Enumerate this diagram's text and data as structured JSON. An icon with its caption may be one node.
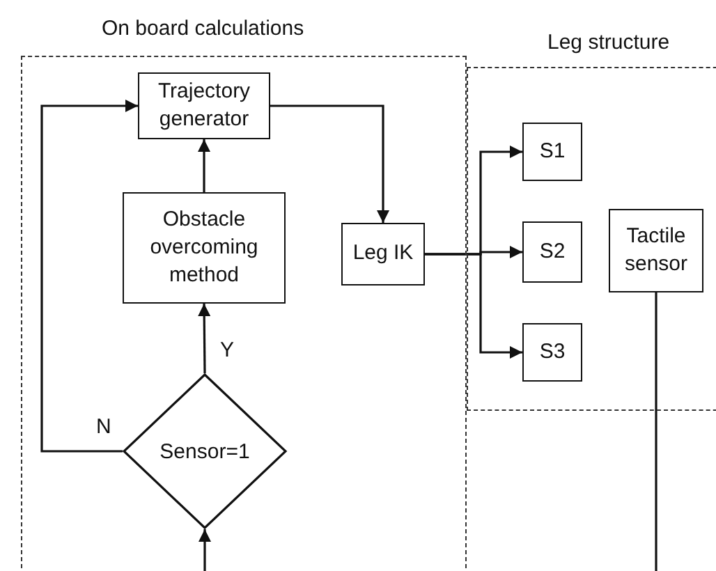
{
  "diagram": {
    "nodes": [
      {
        "text": [
          "On board calculations"
        ]
      },
      {
        "text": [
          "Trajectory generator"
        ],
        "in": 0
      },
      {
        "text": [
          "Obstacle overcoming method"
        ],
        "in": 0
      },
      {
        "text": [
          "Leg IK"
        ],
        "in": 0
      },
      {
        "text": [
          "Sensor=1"
        ],
        "in": 0
      },
      {
        "text": [
          "Leg structure"
        ]
      },
      {
        "text": [
          "S1"
        ],
        "in": 5
      },
      {
        "text": [
          "S2"
        ],
        "in": 5
      },
      {
        "text": [
          "S3"
        ],
        "in": 5
      },
      {
        "text": [
          "Tactile sensor"
        ],
        "in": 5
      }
    ],
    "edges": [
      {
        "from": 1,
        "to": 3,
        "arrow": "to"
      },
      {
        "from": 2,
        "to": 1,
        "arrow": "to"
      },
      {
        "from": 4,
        "to": 2,
        "arrow": "to",
        "label": "Y"
      },
      {
        "from": 4,
        "to": 1,
        "arrow": "to",
        "label": "N"
      },
      {
        "from": 3,
        "to": 6,
        "arrow": "to"
      },
      {
        "from": 3,
        "to": 7,
        "arrow": "to"
      },
      {
        "from": 3,
        "to": 8,
        "arrow": "to"
      },
      {
        "from": null,
        "to": 4,
        "arrow": "to"
      },
      {
        "from": 9,
        "to": null,
        "arrow": "none"
      }
    ]
  }
}
